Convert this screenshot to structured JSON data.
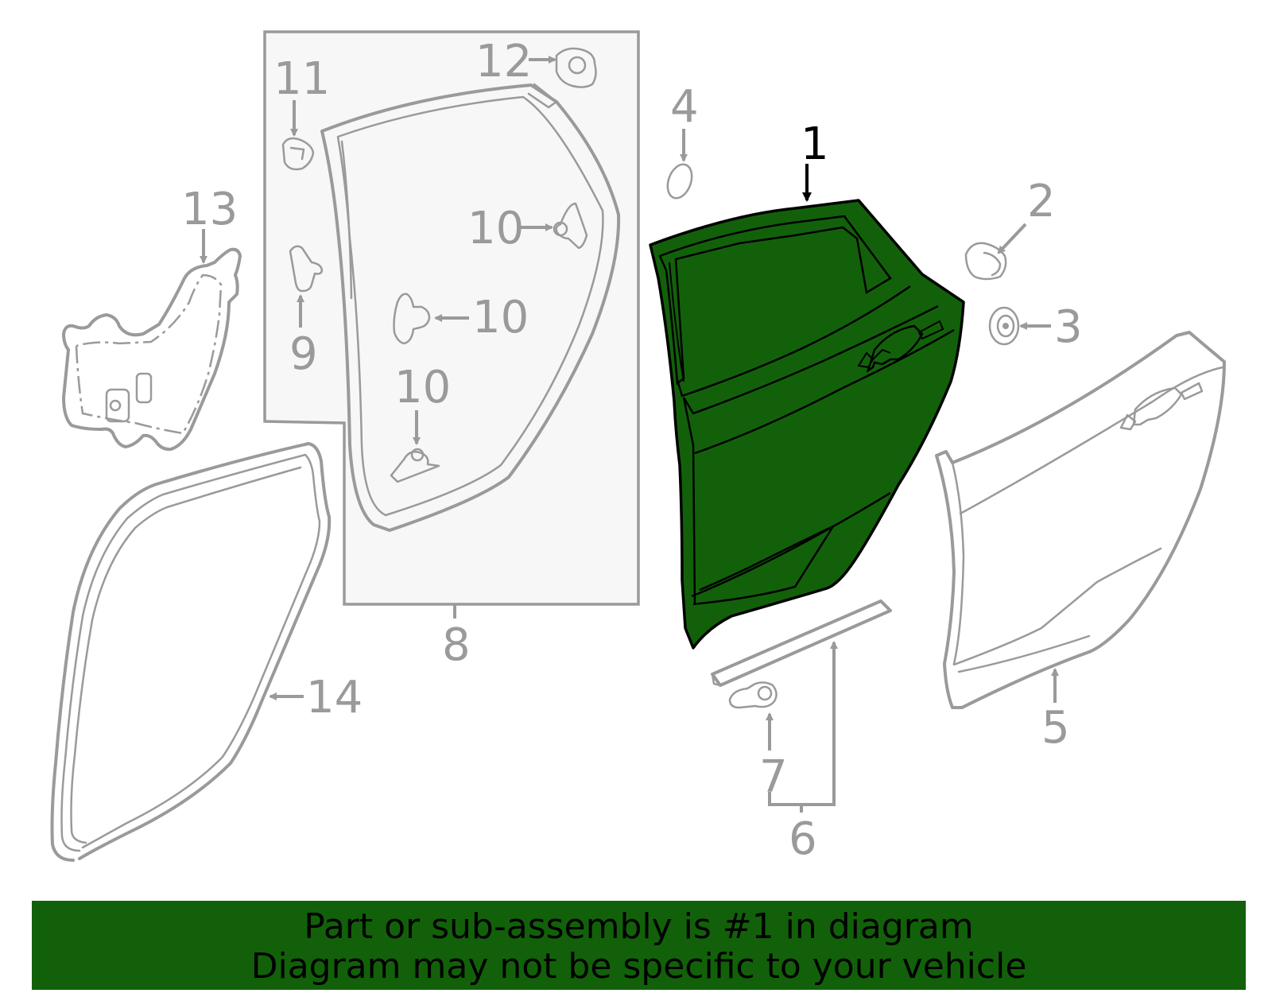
{
  "diagram": {
    "highlight_color": "#12610a",
    "line_color": "#9a9a9a",
    "highlighted_part": "1",
    "callouts": {
      "c1": "1",
      "c2": "2",
      "c3": "3",
      "c4": "4",
      "c5": "5",
      "c6": "6",
      "c7": "7",
      "c8": "8",
      "c9": "9",
      "c10a": "10",
      "c10b": "10",
      "c10c": "10",
      "c11": "11",
      "c12": "12",
      "c13": "13",
      "c14": "14"
    }
  },
  "banner": {
    "line1": "Part or sub-assembly is #1 in diagram",
    "line2": "Diagram may not be specific to your vehicle"
  }
}
